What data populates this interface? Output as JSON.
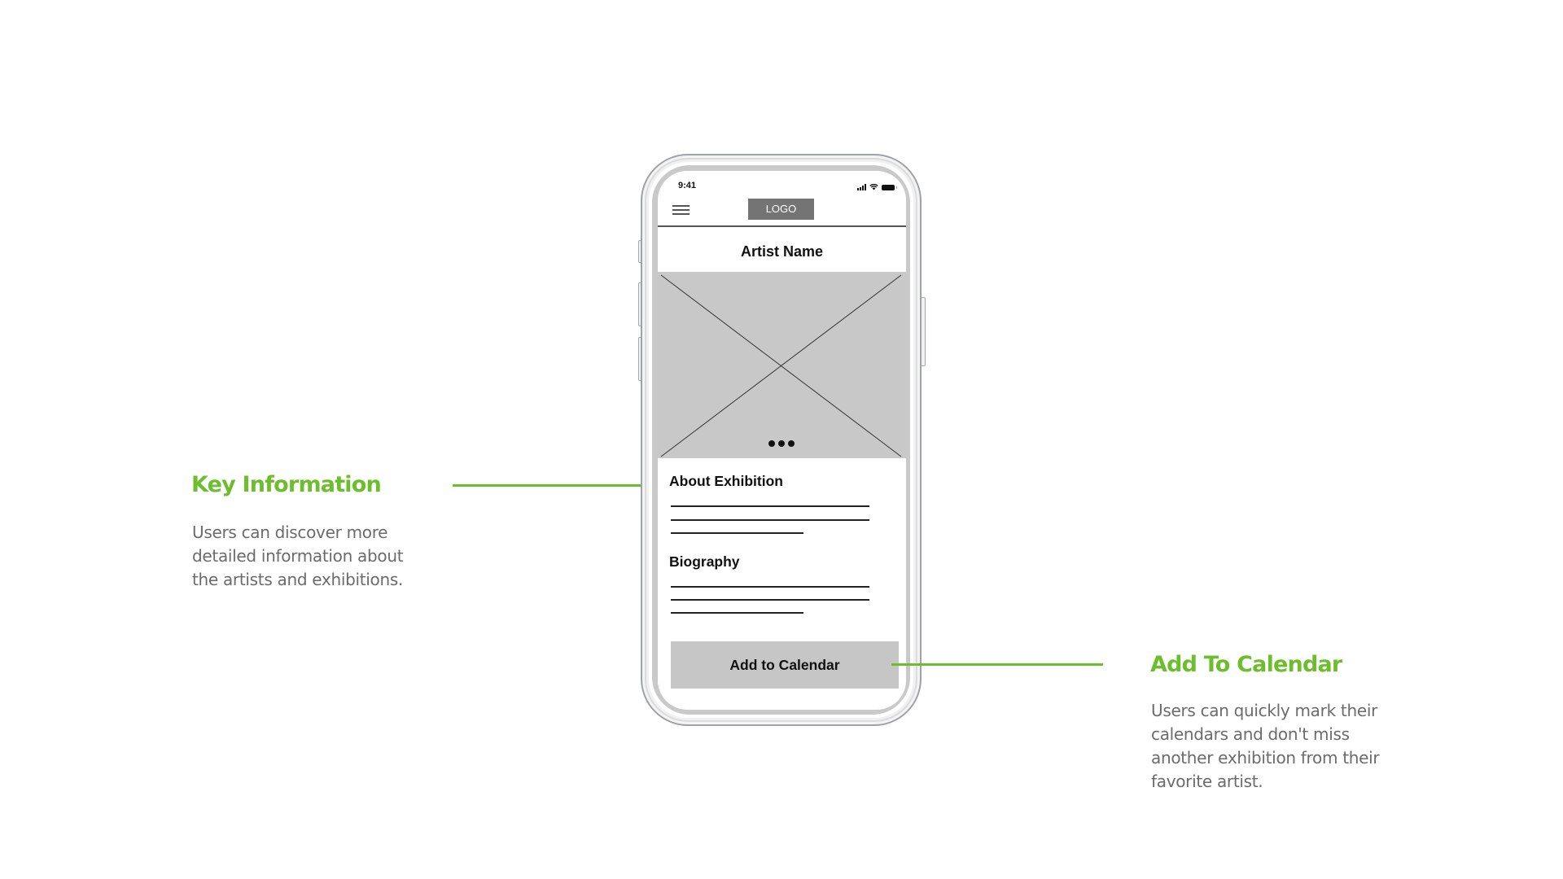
{
  "annotations": {
    "key_information": {
      "title": "Key Information",
      "body": "Users can discover more\ndetailed information about\nthe artists and exhibitions."
    },
    "add_to_calendar": {
      "title": "Add To Calendar",
      "body": "Users can quickly mark their\ncalendars and don't miss\nanother exhibition from their\nfavorite artist."
    },
    "accent_color": "#6dbe2c"
  },
  "phone": {
    "status_bar": {
      "time": "9:41",
      "icons": [
        "cellular-signal-icon",
        "wifi-icon",
        "battery-icon"
      ]
    },
    "nav": {
      "menu_icon": "hamburger-menu-icon",
      "logo_label": "LOGO"
    },
    "page_title": "Artist Name",
    "hero": {
      "type": "image-placeholder",
      "carousel_dots": 3
    },
    "sections": [
      {
        "title": "About Exhibition",
        "placeholder_lines": 3
      },
      {
        "title": "Biography",
        "placeholder_lines": 3
      }
    ],
    "cta_label": "Add to Calendar"
  }
}
